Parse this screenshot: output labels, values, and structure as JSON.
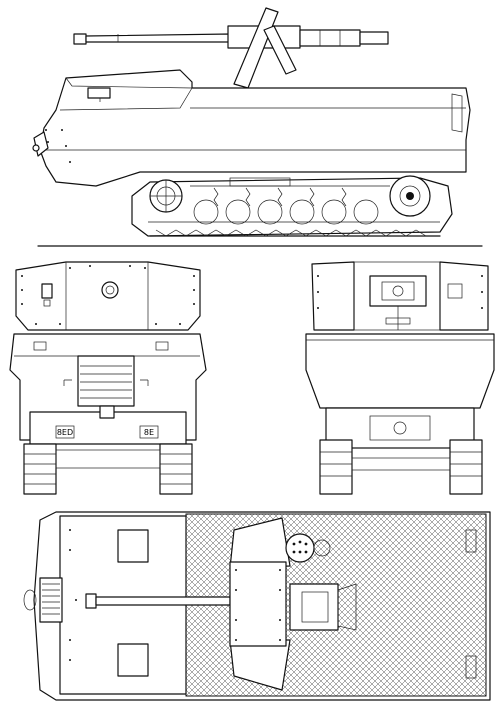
{
  "drawing": {
    "background": "#ffffff",
    "line_color": "#111111",
    "views": [
      "side",
      "front",
      "rear",
      "top"
    ]
  },
  "plate_labels": {
    "front_left": "8ED",
    "front_right": "8E"
  }
}
